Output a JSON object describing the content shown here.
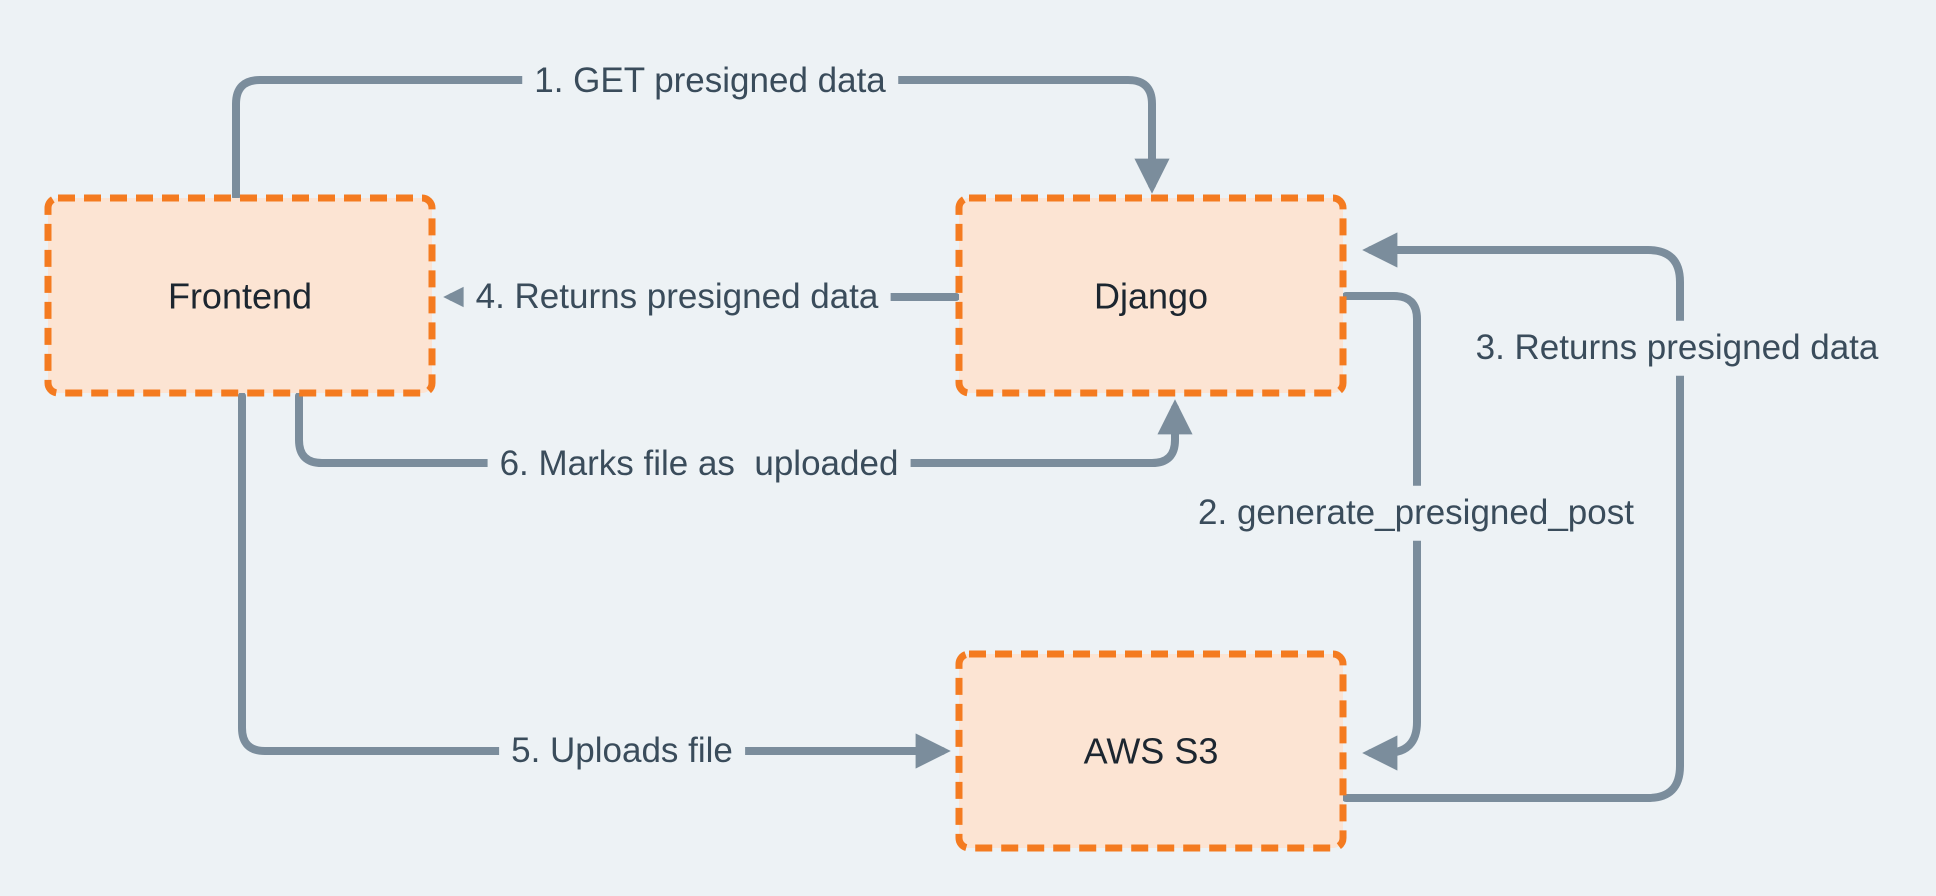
{
  "page": {
    "background_color": "#edf2f5"
  },
  "diagram": {
    "nodes": [
      {
        "id": "frontend",
        "label": "Frontend"
      },
      {
        "id": "django",
        "label": "Django"
      },
      {
        "id": "aws_s3",
        "label": "AWS S3"
      }
    ],
    "edges": [
      {
        "step": "1",
        "from": "frontend",
        "to": "django",
        "label": "1. GET presigned data"
      },
      {
        "step": "2",
        "from": "django",
        "to": "aws_s3",
        "label": "2. generate_presigned_post"
      },
      {
        "step": "3",
        "from": "aws_s3",
        "to": "django",
        "label": "3. Returns presigned data"
      },
      {
        "step": "4",
        "from": "django",
        "to": "frontend",
        "label": "4. Returns presigned data"
      },
      {
        "step": "5",
        "from": "frontend",
        "to": "aws_s3",
        "label": "5. Uploads file"
      },
      {
        "step": "6",
        "from": "frontend",
        "to": "django",
        "label": "6. Marks file as  uploaded"
      }
    ],
    "colors": {
      "node_fill": "#fce4d3",
      "node_border": "#f47b20",
      "arrow": "#7b8d9c",
      "node_text": "#1c2630",
      "edge_text": "#3a4c5b"
    }
  }
}
